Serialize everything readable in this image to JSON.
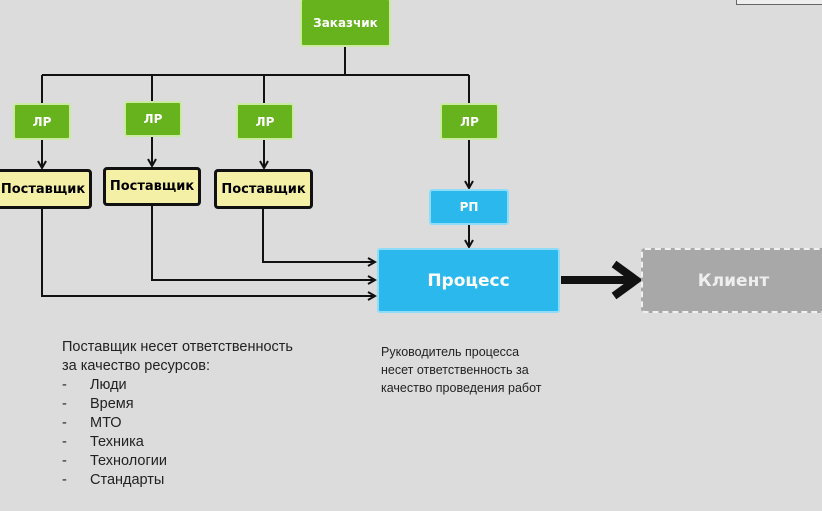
{
  "nodes": {
    "customer": "Заказчик",
    "lr": [
      "ЛР",
      "ЛР",
      "ЛР",
      "ЛР"
    ],
    "suppliers": [
      "Поставщик",
      "Поставщик",
      "Поставщик"
    ],
    "rp": "РП",
    "process": "Процесс",
    "client": "Клиент"
  },
  "notes": {
    "supplier_heading": [
      "Поставщик несет ответственность",
      "за качество ресурсов:"
    ],
    "supplier_items": [
      "Люди",
      "Время",
      "МТО",
      "Техника",
      "Технологии",
      "Стандарты"
    ],
    "bullet": "-",
    "manager": [
      "Руководитель процесса",
      "несет ответственность за",
      "качество проведения работ"
    ]
  },
  "colors": {
    "green": "#66b31d",
    "yellow": "#f4f0a6",
    "blue": "#2bb8ec",
    "gray": "#a8a8a8",
    "background": "#dcdcdc"
  }
}
